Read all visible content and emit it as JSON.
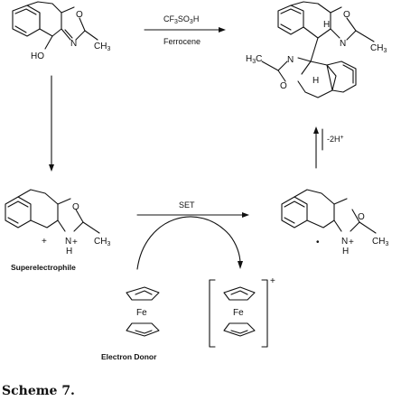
{
  "reagents": {
    "acid": {
      "base": "CF",
      "s1": "3",
      "mid": "SO",
      "s2": "3",
      "end": "H"
    },
    "catalyst": "Ferrocene",
    "deprotonation": {
      "base": "-2H",
      "sup": "+"
    },
    "set": "SET"
  },
  "atoms": {
    "O": "O",
    "N": "N",
    "H": "H",
    "HO": "HO",
    "ch3": {
      "base": "CH",
      "sub": "3"
    },
    "h3c": {
      "base": "H",
      "sub": "3",
      "end": "C"
    },
    "plus": "+",
    "bullet": "•",
    "fe": "Fe"
  },
  "labels": {
    "superelectrophile": "Superelectrophile",
    "donor": "Electron Donor",
    "ferrocenium_charge": "+"
  },
  "caption": "Scheme 7."
}
